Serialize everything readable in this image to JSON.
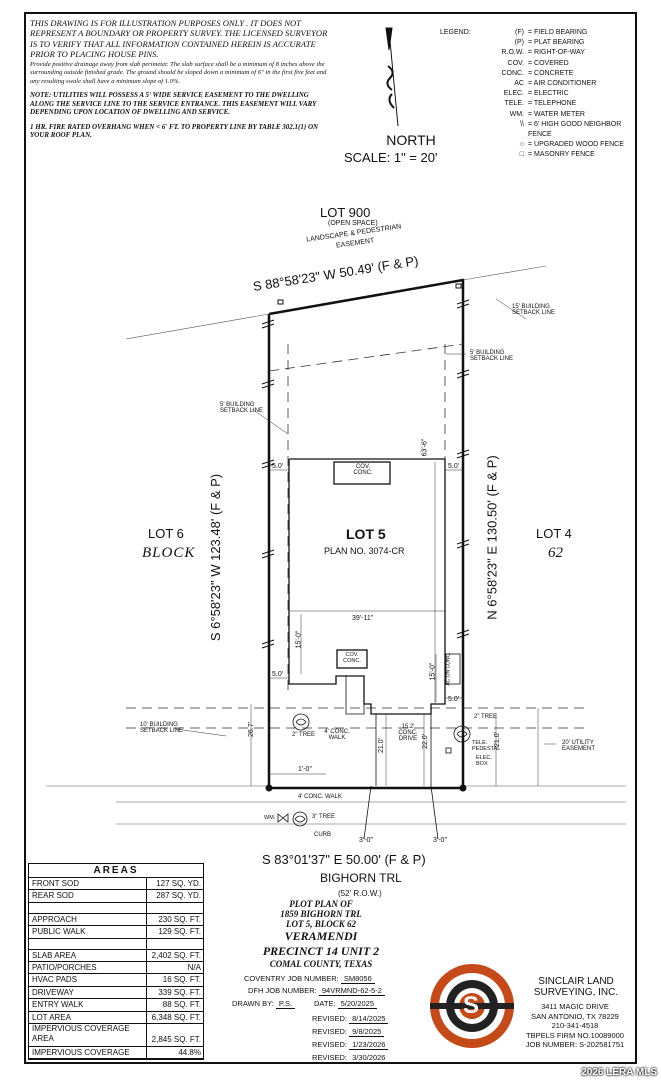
{
  "notes": {
    "disclaimer": "THIS DRAWING IS FOR ILLUSTRATION PURPOSES ONLY . IT DOES NOT REPRESENT A BOUNDARY OR PROPERTY SURVEY. THE LICENSED SURVEYOR IS TO VERIFY THAT ALL INFORMATION CONTAINED HEREIN IS ACCURATE PRIOR TO PLACING HOUSE PINS.",
    "drainage": "Provide positive drainage away from slab perimeter. The slab surface shall be a minimum of 8 inches above the surrounding outside finished grade. The ground should be sloped down a minimum of 6\" in the first five feet and any resulting swale shall have a minimum slope of 1.0%.",
    "utilities": "NOTE: UTILITIES WILL POSSESS A 5' WIDE SERVICE EASEMENT TO THE DWELLING ALONG THE SERVICE LINE TO THE SERVICE ENTRANCE. THIS EASEMENT WILL VARY DEPENDING UPON LOCATION OF DWELLING AND SERVICE.",
    "fire": "1 HR. FIRE RATED OVERHANG WHEN < 6' FT. TO PROPERTY LINE BY TABLE 302.1(1) ON YOUR ROOF PLAN."
  },
  "legend": {
    "title": "LEGEND:",
    "items": [
      {
        "key": "(F)",
        "value": "= FIELD BEARING"
      },
      {
        "key": "(P)",
        "value": "= PLAT BEARING"
      },
      {
        "key": "R.O.W.",
        "value": "= RIGHT-OF-WAY"
      },
      {
        "key": "COV.",
        "value": "= COVERED"
      },
      {
        "key": "CONC.",
        "value": "= CONCRETE"
      },
      {
        "key": "AC",
        "value": "= AIR CONDITIONER"
      },
      {
        "key": "ELEC.",
        "value": "= ELECTRIC"
      },
      {
        "key": "TELE.",
        "value": "= TELEPHONE"
      },
      {
        "key": "WM.",
        "value": "= WATER METER"
      },
      {
        "key": "\\\\",
        "value": "= 6' HIGH GOOD NEIGHBOR FENCE"
      },
      {
        "key": "○",
        "value": "= UPGRADED WOOD FENCE"
      },
      {
        "key": "□",
        "value": "= MASONRY FENCE"
      }
    ]
  },
  "north": {
    "label": "NORTH",
    "scale": "SCALE: 1\" = 20'"
  },
  "plan": {
    "lot_top": "LOT 900",
    "lot_top_sub1": "(OPEN SPACE)",
    "lot_top_sub2": "LANDSCAPE & PEDESTRIAN",
    "lot_top_sub3": "EASEMENT",
    "bearing_top": "S 88°58'23\" W 50.49' (F & P)",
    "bearing_left": "S 6°58'23\" W 123.48' (F & P)",
    "bearing_right": "N 6°58'23\" E 130.50' (F & P)",
    "bearing_bottom": "S 83°01'37\" E 50.00' (F & P)",
    "lot_left": "LOT 6",
    "block_label": "BLOCK",
    "lot_right": "LOT 4",
    "block_num": "62",
    "lot_name": "LOT 5",
    "plan_no": "PLAN NO. 3074-CR",
    "setback_15": "15' BUILDING SETBACK LINE",
    "setback_5r": "5' BUILDING SETBACK LINE",
    "setback_5l": "5' BUILDING SETBACK LINE",
    "setback_10": "10' BUILDING SETBACK LINE",
    "utility_easement": "20' UTILITY EASEMENT",
    "cov_conc": "COV. CONC.",
    "dim_5a": "5.0'",
    "dim_5b": "5.0'",
    "dim_5c": "5.0'",
    "dim_5d": "5.0'",
    "dim_width": "39'-11\"",
    "dim_depth": "63'-6\"",
    "dim_15a": "15'-0\"",
    "dim_15b": "15'-0\"",
    "dim_26": "26.7'",
    "dim_21a": "21.0'",
    "dim_22": "22.0'",
    "dim_21b": "21.0'",
    "dim_1": "1'-0\"",
    "dim_3a": "3'-0\"",
    "dim_3b": "3'-0\"",
    "drive": "15.2' CONC. DRIVE",
    "walk4": "4' CONC. WALK",
    "walk4b": "4' CONC. WALK",
    "tree2a": "2\" TREE",
    "tree2b": "2\" TREE",
    "tree3": "3\" TREE",
    "tele": "TELE. PEDESTAL",
    "elec": "ELEC. BOX",
    "ac": "AC ON CONC.",
    "wm": "WM.",
    "curb": "CURB",
    "street": "BIGHORN TRL",
    "row": "(52' R.O.W.)"
  },
  "areas": {
    "title": "AREAS",
    "rows": [
      {
        "name": "FRONT SOD",
        "value": "127 SQ. YD."
      },
      {
        "name": "REAR SOD",
        "value": "287 SQ. YD."
      },
      {
        "name": "",
        "value": ""
      },
      {
        "name": "APPROACH",
        "value": "230 SQ. FT."
      },
      {
        "name": "PUBLIC WALK",
        "value": "129 SQ. FT."
      },
      {
        "name": "",
        "value": ""
      },
      {
        "name": "SLAB AREA",
        "value": "2,402 SQ. FT."
      },
      {
        "name": "PATIO/PORCHES",
        "value": "N/A"
      },
      {
        "name": "HVAC PADS",
        "value": "16 SQ. FT."
      },
      {
        "name": "DRIVEWAY",
        "value": "339 SQ. FT."
      },
      {
        "name": "ENTRY WALK",
        "value": "88 SQ. FT."
      },
      {
        "name": "LOT AREA",
        "value": "6,348 SQ. FT."
      },
      {
        "name": "IMPERVIOUS COVERAGE AREA",
        "value": "2,845 SQ. FT."
      },
      {
        "name": "IMPERVIOUS COVERAGE",
        "value": "44.8%"
      }
    ]
  },
  "title_block": {
    "line1": "PLOT PLAN OF",
    "line2": "1859 BIGHORN TRL",
    "line3": "LOT 5, BLOCK 62",
    "line4": "VERAMENDI",
    "line5": "PRECINCT 14 UNIT 2",
    "line6": "COMAL COUNTY, TEXAS",
    "coventry_label": "COVENTRY JOB NUMBER:",
    "coventry_value": "SM8056",
    "dfh_label": "DFH JOB NUMBER:",
    "dfh_value": "94VRMND-62-5-2",
    "drawn_label": "DRAWN BY:",
    "drawn_value": "P.S.",
    "date_label": "DATE:",
    "date_value": "5/20/2025",
    "revised_label": "REVISED:",
    "revisions": [
      "8/14/2025",
      "9/8/2025",
      "1/23/2026",
      "3/30/2026"
    ]
  },
  "company": {
    "name1": "SINCLAIR LAND",
    "name2": "SURVEYING, INC.",
    "addr1": "3411 MAGIC DRIVE",
    "addr2": "SAN ANTONIO, TX 78229",
    "phone": "210-341-4518",
    "firm": "TBPELS FIRM NO.10089000",
    "job": "JOB NUMBER: S-202581751",
    "logo_letter": "S"
  },
  "watermark": "2026 LERA MLS"
}
